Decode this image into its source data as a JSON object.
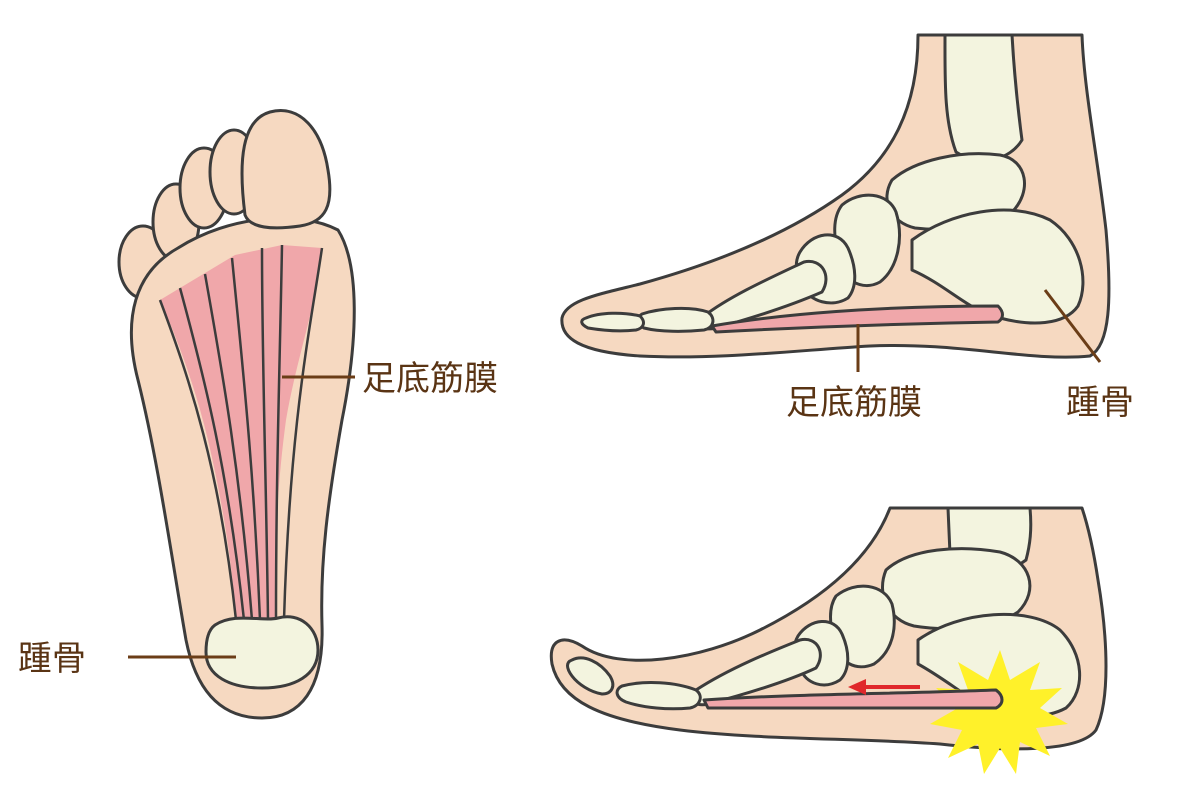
{
  "labels": {
    "sole_fascia": "足底筋膜",
    "sole_heel": "踵骨",
    "side_fascia": "足底筋膜",
    "side_heel": "踵骨"
  },
  "colors": {
    "skin": "#f6d9c1",
    "bone": "#f3f4df",
    "fascia": "#f0a7aa",
    "outline": "#3c3c3c",
    "label": "#5a3414",
    "pain_burst": "#fff12a",
    "arrow": "#e0272b"
  }
}
